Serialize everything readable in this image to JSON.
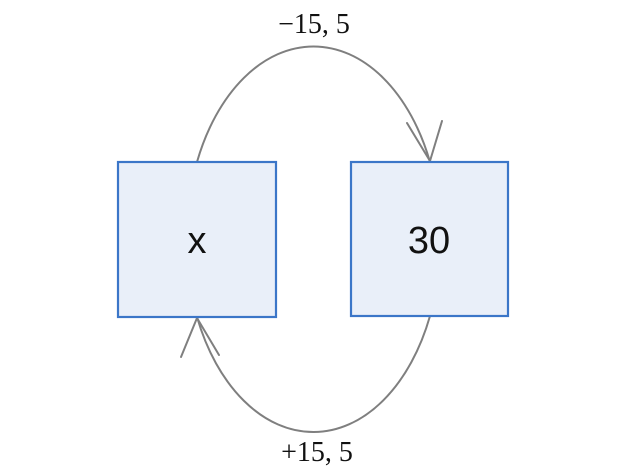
{
  "diagram": {
    "left_box": {
      "label": "x"
    },
    "right_box": {
      "label": "30"
    },
    "top_arrow": {
      "label": "−15, 5",
      "from": "x",
      "to": "30"
    },
    "bottom_arrow": {
      "label": "+15, 5",
      "from": "30",
      "to": "x"
    }
  },
  "colors": {
    "background": "#ffffff",
    "box_fill": "#e9eff9",
    "box_border": "#3b76c8",
    "arrow": "#7f7f7f",
    "box_text": "#111111",
    "label_text": "#111111"
  }
}
